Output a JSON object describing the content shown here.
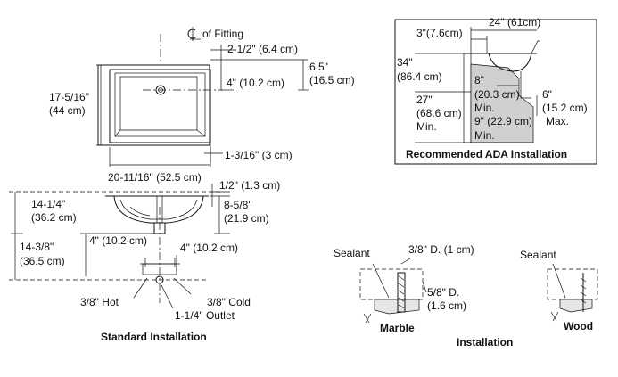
{
  "labels": {
    "cl_fitting": "of Fitting",
    "d_2_1_2": "2-1/2\" (6.4 cm)",
    "d_4_top": "4\" (10.2 cm)",
    "d_6_5": "6.5\"",
    "d_16_5": "(16.5 cm)",
    "d_17_5_16": "17-5/16\"",
    "d_44": "(44 cm)",
    "d_1_3_16": "1-3/16\" (3 cm)",
    "d_20_11_16": "20-11/16\" (52.5 cm)",
    "d_1_2": "1/2\" (1.3 cm)",
    "d_14_1_4": "14-1/4\"",
    "d_36_2": "(36.2 cm)",
    "d_8_5_8": "8-5/8\"",
    "d_21_9": "(21.9 cm)",
    "d_4_left": "4\" (10.2 cm)",
    "d_4_right": "4\" (10.2 cm)",
    "d_14_3_8": "14-3/8\"",
    "d_36_5": "(36.5 cm)",
    "hot": "3/8\" Hot",
    "cold": "3/8\" Cold",
    "outlet": "1-1/4\" Outlet",
    "standard_title": "Standard Installation",
    "ada_24": "24\" (61cm)",
    "ada_3": "3\"(7.6cm)",
    "ada_34": "34\"",
    "ada_86_4": "(86.4 cm)",
    "ada_27": "27\"",
    "ada_68_6": "(68.6 cm)",
    "ada_min_a": "Min.",
    "ada_8": "8\"",
    "ada_20_3": "(20.3 cm)",
    "ada_min_b": "Min.",
    "ada_9": "9\" (22.9 cm)",
    "ada_min_c": "Min.",
    "ada_6": "6\"",
    "ada_15_2": "(15.2 cm)",
    "ada_max": "Max.",
    "ada_title": "Recommended ADA Installation",
    "sealant_left": "Sealant",
    "d_3_8_d": "3/8\" D. (1 cm)",
    "d_5_8_d": "5/8\" D.",
    "d_1_6": "(1.6 cm)",
    "marble": "Marble",
    "installation": "Installation",
    "sealant_right": "Sealant",
    "wood": "Wood"
  },
  "symbols": {
    "centerline": "centerline-symbol"
  },
  "colors": {
    "line": "#111111",
    "ada_fill": "#d0d0d0",
    "basin_fill": "#e6e6e6"
  }
}
